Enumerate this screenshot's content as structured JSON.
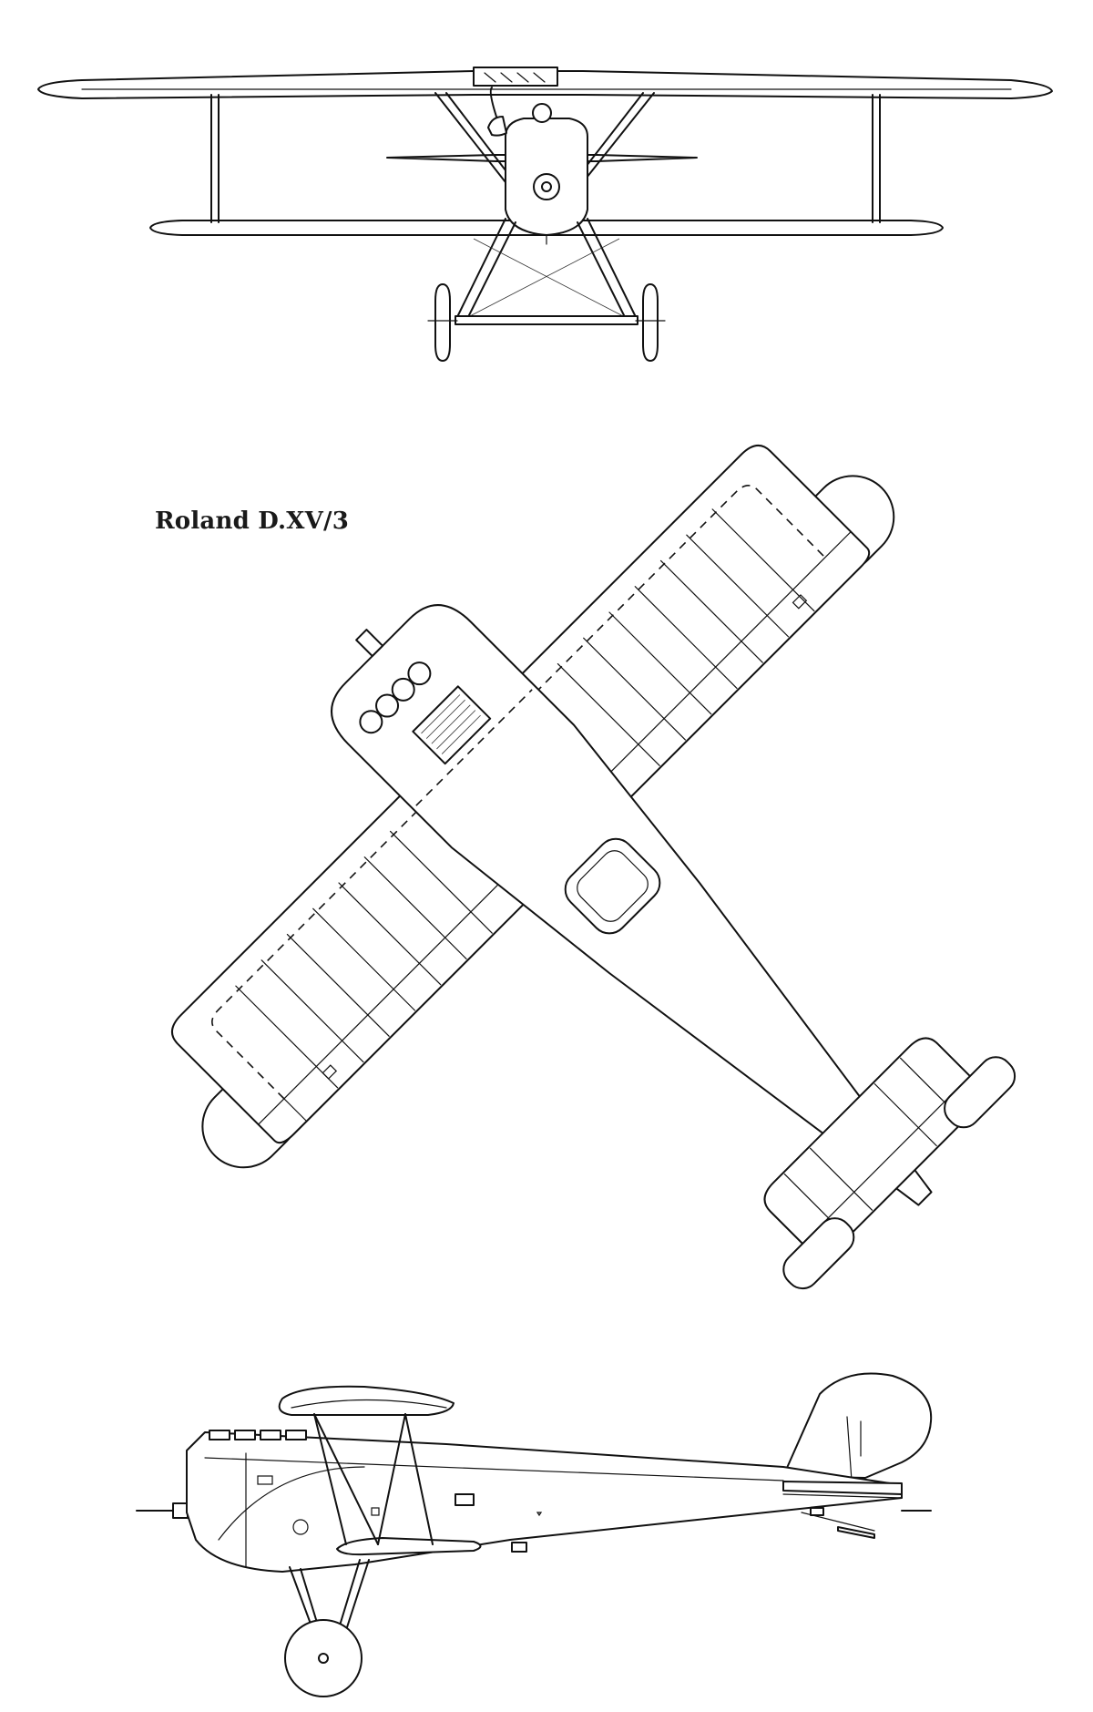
{
  "drawing": {
    "title": "Roland D.XV/3",
    "views": [
      {
        "id": "front",
        "icon": "front-view-biplane-drawing"
      },
      {
        "id": "top",
        "icon": "plan-view-biplane-drawing"
      },
      {
        "id": "side",
        "icon": "side-view-biplane-drawing"
      }
    ],
    "colors": {
      "line": "#111111",
      "background": "#ffffff"
    }
  }
}
